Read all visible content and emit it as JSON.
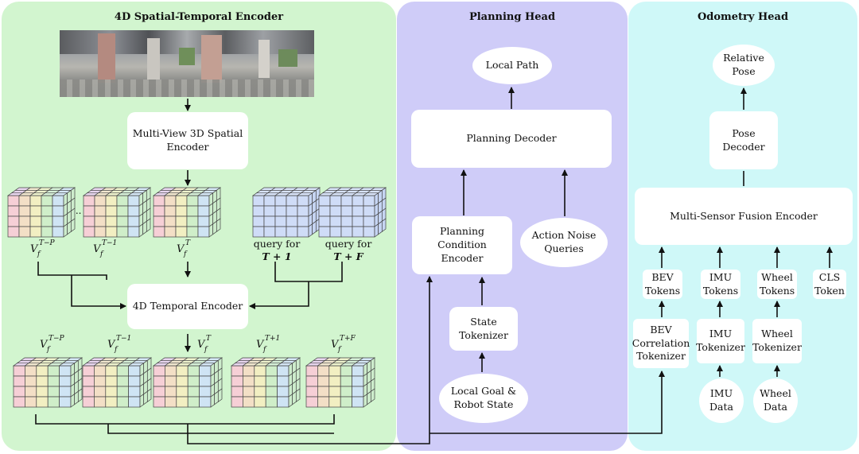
{
  "panels": {
    "encoder": {
      "title": "4D Spatial-Temporal Encoder"
    },
    "planning": {
      "title": "Planning Head"
    },
    "odometry": {
      "title": "Odometry Head"
    }
  },
  "encoder": {
    "spatial_encoder": "Multi-View 3D Spatial Encoder",
    "temporal_encoder": "4D Temporal Encoder",
    "query_t1_line1": "query for",
    "query_t1_line2": "T + 1",
    "query_tf_line1": "query for",
    "query_tf_line2": "T + F",
    "ellipsis": "...",
    "feat_base": "V",
    "feat_sub": "f",
    "sup_tp": "T−P",
    "sup_t1": "T−1",
    "sup_t": "T",
    "sup_tplus1": "T+1",
    "sup_tf": "T+F"
  },
  "planning": {
    "local_path": "Local Path",
    "decoder": "Planning Decoder",
    "condition_encoder": "Planning Condition Encoder",
    "action_noise": "Action Noise Queries",
    "state_tokenizer": "State Tokenizer",
    "goal": "Local Goal & Robot State"
  },
  "odometry": {
    "relative_pose": "Relative Pose",
    "pose_decoder": "Pose Decoder",
    "fusion_encoder": "Multi-Sensor Fusion Encoder",
    "bev_tokens": "BEV Tokens",
    "imu_tokens": "IMU Tokens",
    "wheel_tokens": "Wheel Tokens",
    "cls_token": "CLS Token",
    "bev_tokenizer": "BEV Correlation Tokenizer",
    "imu_tokenizer": "IMU Tokenizer",
    "wheel_tokenizer": "Wheel Tokenizer",
    "imu_data": "IMU Data",
    "wheel_data": "Wheel Data"
  }
}
